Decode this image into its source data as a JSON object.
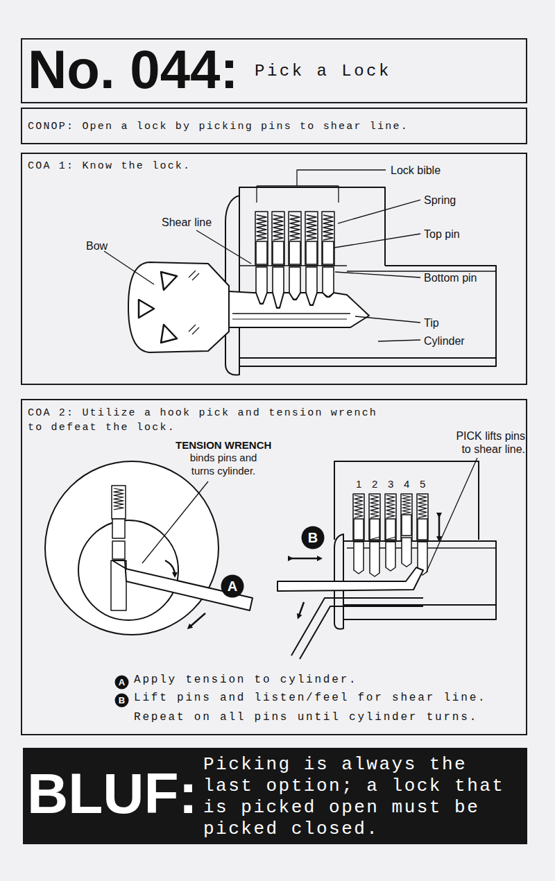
{
  "diagram": {
    "nodes": [
      {
        "text": [
          "No. 044:",
          "Pick a Lock"
        ]
      },
      {
        "text": [
          "CONOP: Open a lock by picking pins to shear line."
        ]
      },
      {
        "text": [
          "COA 1: Know the lock."
        ]
      },
      {
        "text": [
          "COA 2: Utilize a hook pick and tension wrench to defeat the lock."
        ]
      },
      {
        "text": [
          "A"
        ],
        "in": 3
      },
      {
        "text": [
          "B"
        ],
        "in": 3
      },
      {
        "text": [
          "A"
        ],
        "in": 3
      },
      {
        "text": [
          "B"
        ],
        "in": 3
      },
      {
        "text": [
          "BLUF:",
          "Picking is always the last option; a lock that is picked open must be picked closed."
        ]
      }
    ],
    "labels": [
      "Lock bible",
      "Spring",
      "Shear line",
      "Top pin",
      "Bow",
      "Bottom pin",
      "Tip",
      "Cylinder",
      "TENSION WRENCH",
      "binds pins and turns cylinder.",
      "PICK lifts pins to shear line.",
      "1",
      "2",
      "3",
      "4",
      "5",
      "Apply tension to cylinder.",
      "Lift pins and listen/feel for shear line.",
      "Repeat on all pins until cylinder turns."
    ]
  }
}
